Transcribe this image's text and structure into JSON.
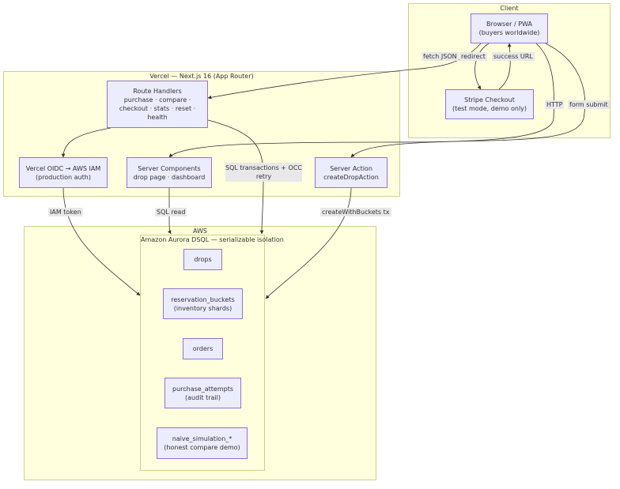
{
  "clusters": {
    "client": "Client",
    "vercel": "Vercel — Next.js 16 (App Router)",
    "aws": "AWS",
    "aurora": "Amazon Aurora DSQL — serializable isolation"
  },
  "nodes": {
    "browser": "Browser / PWA\n(buyers worldwide)",
    "stripe": "Stripe Checkout\n(test mode, demo only)",
    "route_handlers": "Route Handlers\npurchase · compare ·\ncheckout · stats · reset ·\nhealth",
    "oidc": "Vercel OIDC → AWS IAM\n(production auth)",
    "server_components": "Server Components\ndrop page · dashboard",
    "sql_tx": "SQL transactions + OCC\nretry",
    "server_action": "Server Action\ncreateDropAction",
    "drops": "drops",
    "reservation_buckets": "reservation_buckets\n(inventory shards)",
    "orders": "orders",
    "purchase_attempts": "purchase_attempts\n(audit trail)",
    "naive_simulation": "naive_simulation_*\n(honest compare demo)"
  },
  "edge_labels": {
    "fetch_json": "fetch JSON",
    "redirect": "redirect",
    "success_url": "success URL",
    "http": "HTTP",
    "form_submit": "form submit",
    "iam_token": "IAM token",
    "sql_read": "SQL read",
    "create_with_buckets": "createWithBuckets tx"
  },
  "colors": {
    "cluster_fill": "#ffffde",
    "cluster_border": "#cfcf8a",
    "node_fill": "#ececff",
    "node_border": "#9370db",
    "edge": "#333333",
    "label_bg": "#e8e8e8"
  }
}
